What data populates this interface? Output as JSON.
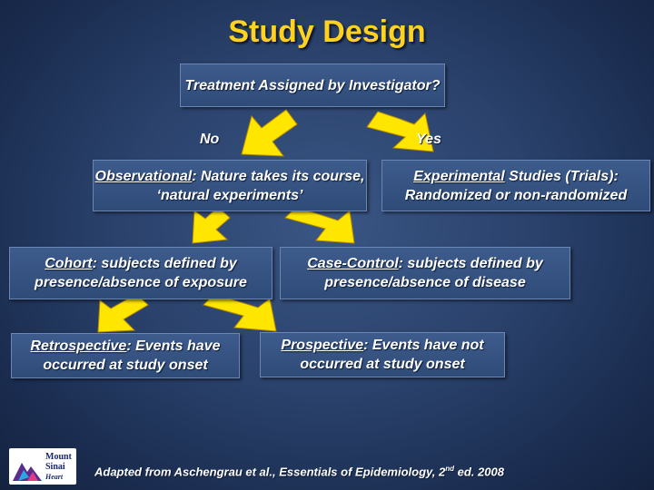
{
  "title": "Study Design",
  "top_box": {
    "text": "Treatment Assigned by Investigator?"
  },
  "labels": {
    "no": "No",
    "yes": "Yes"
  },
  "observational": {
    "term": "Observational",
    "rest": ": Nature takes its course, ‘natural experiments’"
  },
  "experimental": {
    "term": "Experimental",
    "rest": " Studies (Trials): Randomized or non-randomized"
  },
  "cohort": {
    "term": "Cohort",
    "rest": ": subjects defined by presence/absence of exposure"
  },
  "case_control": {
    "term": "Case-Control",
    "rest": ": subjects defined by presence/absence of disease"
  },
  "retrospective": {
    "term": "Retrospective",
    "rest": ": Events have occurred at study onset"
  },
  "prospective": {
    "term": "Prospective",
    "rest": ": Events have not occurred at study onset"
  },
  "citation": {
    "before": "Adapted from Aschengrau et al., Essentials of Epidemiology, 2",
    "sup": "nd",
    "after": " ed. 2008"
  },
  "logo": {
    "line1": "Mount",
    "line2": "Sinai",
    "line3": "Heart"
  },
  "colors": {
    "title": "#ffd21f",
    "arrow": "#ffe600",
    "box": "#34517f",
    "background": "#2a426c"
  }
}
